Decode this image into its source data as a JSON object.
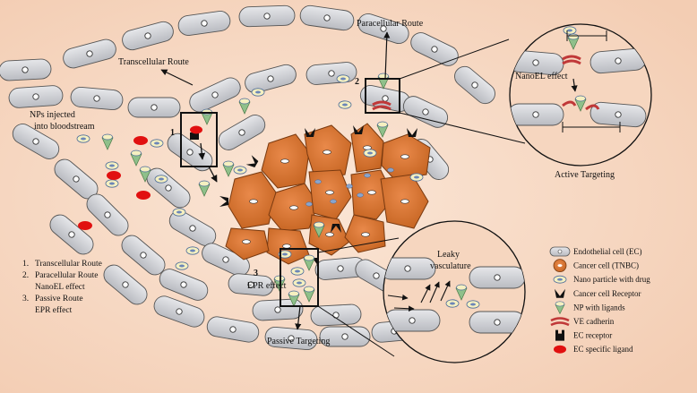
{
  "labels": {
    "transcellular_route": "Transcellular Route",
    "paracellular_route": "Paracellular Route",
    "nps_injected_line1": "NPs injected",
    "nps_injected_line2": "into bloodstream",
    "marker_1": "1",
    "marker_2": "2",
    "marker_3": "3",
    "epr_effect": "EPR effect",
    "passive_targeting": "Passive Targeting",
    "active_targeting": "Active Targeting",
    "nanoel_effect": "NanoEL effect",
    "leaky_line1": "Leaky",
    "leaky_line2": "vasculature"
  },
  "routes_list": [
    {
      "num": "1.",
      "text": "Transcellular Route",
      "sub": ""
    },
    {
      "num": "2.",
      "text": "Paracellular Route",
      "sub": "NanoEL effect"
    },
    {
      "num": "3.",
      "text": "Passive Route",
      "sub": "EPR effect"
    }
  ],
  "legend": [
    {
      "icon": "endothelial-cell-icon",
      "label": "Endothelial cell (EC)"
    },
    {
      "icon": "cancer-cell-icon",
      "label": "Cancer cell (TNBC)"
    },
    {
      "icon": "nanoparticle-icon",
      "label": "Nano particle with drug"
    },
    {
      "icon": "cancer-receptor-icon",
      "label": "Cancer cell Receptor"
    },
    {
      "icon": "np-ligand-icon",
      "label": "NP with ligands"
    },
    {
      "icon": "ve-cadherin-icon",
      "label": "VE cadherin"
    },
    {
      "icon": "ec-receptor-icon",
      "label": "EC receptor"
    },
    {
      "icon": "ec-ligand-icon",
      "label": "EC specific ligand"
    }
  ],
  "colors": {
    "tissue_background": "#f8ddc8",
    "endothelial_fill": "#d3d4d8",
    "cancer_fill": "#d8742f",
    "nanoparticle_fill": "#f5f0c0",
    "ligand_green": "#8fc08a",
    "ve_cadherin": "#c03838",
    "ec_ligand_red": "#e11010"
  }
}
